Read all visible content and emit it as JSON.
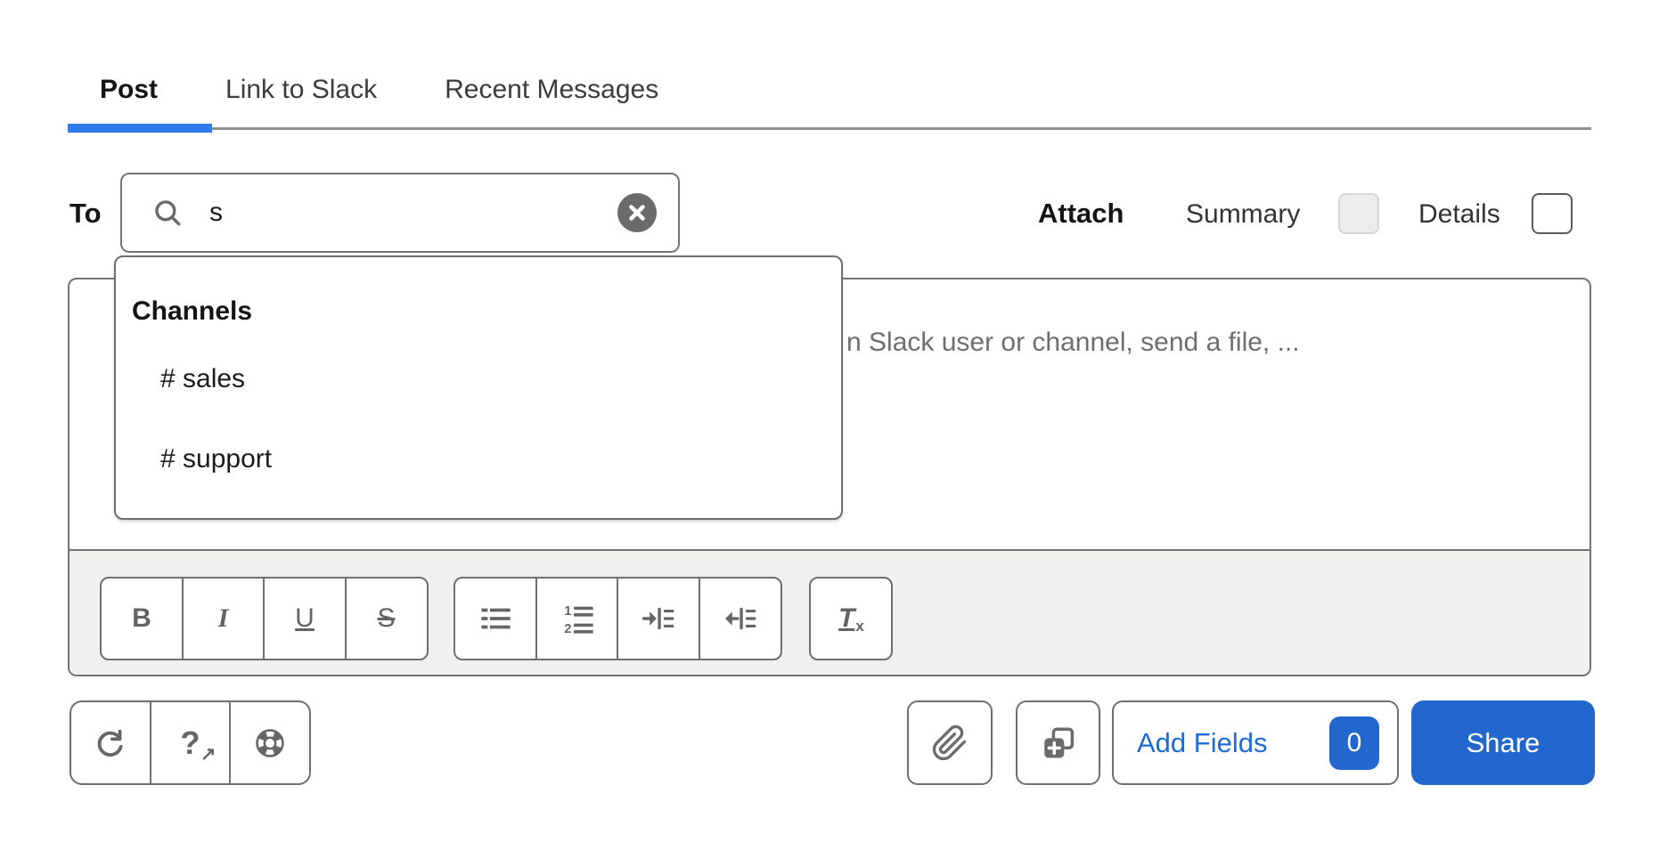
{
  "tabs": {
    "items": [
      {
        "label": "Post",
        "active": true
      },
      {
        "label": "Link to Slack",
        "active": false
      },
      {
        "label": "Recent Messages",
        "active": false
      }
    ]
  },
  "to_field": {
    "label": "To",
    "value": "s"
  },
  "attach": {
    "label": "Attach",
    "summary_label": "Summary",
    "summary_checked": false,
    "summary_disabled": true,
    "details_label": "Details",
    "details_checked": false
  },
  "suggestions": {
    "group_label": "Channels",
    "items": [
      {
        "label": "# sales"
      },
      {
        "label": "# support"
      }
    ]
  },
  "message": {
    "placeholder_visible": "n Slack user or channel, send a file, ..."
  },
  "toolbar": {
    "icons": [
      "bold-icon",
      "italic-icon",
      "underline-icon",
      "strikethrough-icon",
      "bulleted-list-icon",
      "numbered-list-icon",
      "indent-icon",
      "outdent-icon",
      "remove-formatting-icon"
    ],
    "glyphs": {
      "bold": "B",
      "italic": "I",
      "underline": "U",
      "strike": "S",
      "clear_t": "T",
      "clear_x": "x",
      "num1": "1",
      "num2": "2"
    }
  },
  "footer": {
    "icons": [
      "redo-icon",
      "help-icon",
      "support-buoy-icon",
      "attach-file-icon",
      "insert-template-icon"
    ],
    "help_glyph": "?",
    "help_arrow_glyph": "↗",
    "add_fields_label": "Add Fields",
    "add_fields_count": "0",
    "share_label": "Share"
  },
  "colors": {
    "accent_blue": "#2267cd",
    "tab_underline_blue": "#2e7cf0",
    "border_gray": "#6f6f6f"
  }
}
